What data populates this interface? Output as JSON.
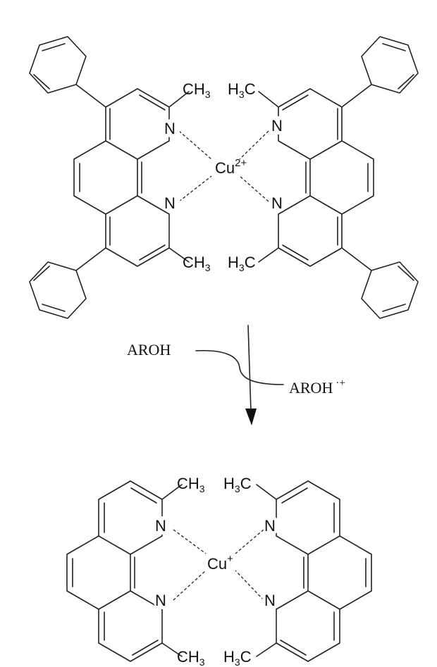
{
  "top_complex": {
    "metal": "Cu",
    "charge": "2+",
    "atoms": {
      "n": "N",
      "ch3": "CH",
      "h3c_h": "H",
      "h3c_c": "C",
      "three": "3"
    }
  },
  "reaction": {
    "reactant": "AROH",
    "product": "AROH",
    "product_superscript": "·+"
  },
  "bottom_complex": {
    "metal": "Cu",
    "charge": "+",
    "atoms": {
      "n": "N",
      "ch3": "CH",
      "h3c_h": "H",
      "h3c_c": "C",
      "three": "3"
    }
  }
}
